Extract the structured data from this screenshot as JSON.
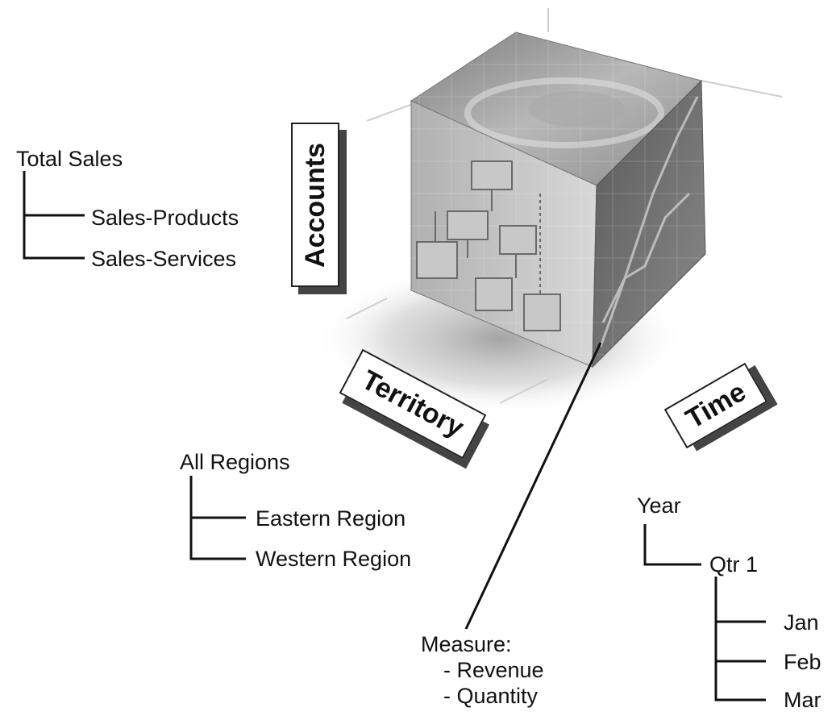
{
  "dimensions": {
    "accounts": "Accounts",
    "territory": "Territory",
    "time": "Time"
  },
  "accounts_tree": {
    "root": "Total Sales",
    "children": [
      "Sales-Products",
      "Sales-Services"
    ]
  },
  "territory_tree": {
    "root": "All Regions",
    "children": [
      "Eastern Region",
      "Western Region"
    ]
  },
  "time_tree": {
    "root": "Year",
    "child": "Qtr 1",
    "months": [
      "Jan",
      "Feb",
      "Mar"
    ]
  },
  "measure": {
    "title": "Measure:",
    "items": [
      "- Revenue",
      "- Quantity"
    ]
  }
}
